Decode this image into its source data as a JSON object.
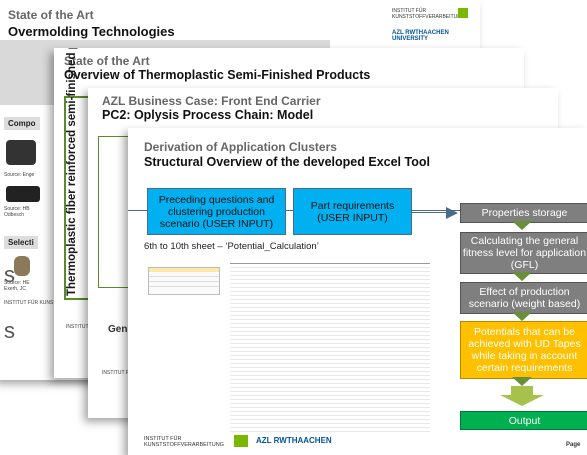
{
  "slides": {
    "s1": {
      "kicker": "State of the Art",
      "title": "Overmolding Technologies",
      "institute": "INSTITUT FÜR KUNSTSTOFFVERARBEITUNG",
      "partner": "AZL RWTHAACHEN UNIVERSITY",
      "side_compo": "Compo",
      "side_select": "Selecti",
      "src1": "Source: Enge",
      "src2": "Source: HB\nOdbesch",
      "src3": "Source: HE\nExerh, JC",
      "side_letter1": "s",
      "side_letter2": "s"
    },
    "s2": {
      "kicker": "State of the Art",
      "title": "Overview of Thermoplastic Semi-Finished Products",
      "vertical": "Thermoplastic fiber reinforced semi-finished products for forming processes"
    },
    "s3": {
      "kicker": "AZL Business Case: Front End Carrier",
      "title": "PC2: Oplysis Process Chain: Model",
      "gen": "Gene"
    },
    "s4": {
      "kicker": "Derivation of Application Clusters",
      "title": "Structural Overview of the developed Excel Tool",
      "box_preceding": "Preceding questions and clustering production scenario (USER INPUT)",
      "box_part": "Part requirements (USER INPUT)",
      "box_storage": "Properties storage",
      "box_general": "Calculating the general fitness level for application (GFL)",
      "box_effect": "Effect of production scenario (weight based)",
      "box_potentials": "Potentials that can be achieved with UD Tapes while taking in account certain requirements",
      "box_output": "Output",
      "sheet_label": "6th to 10th sheet – ‘Potential_Calculation’",
      "footer_institute": "INSTITUT FÜR KUNSTSTOFFVERARBEITUNG",
      "footer_page": "Page",
      "footer_partner": "AZL RWTHAACHEN"
    }
  },
  "colors": {
    "blue": "#00b0f0",
    "gray": "#7f7f7f",
    "orange": "#ffc000",
    "green": "#00b050"
  }
}
